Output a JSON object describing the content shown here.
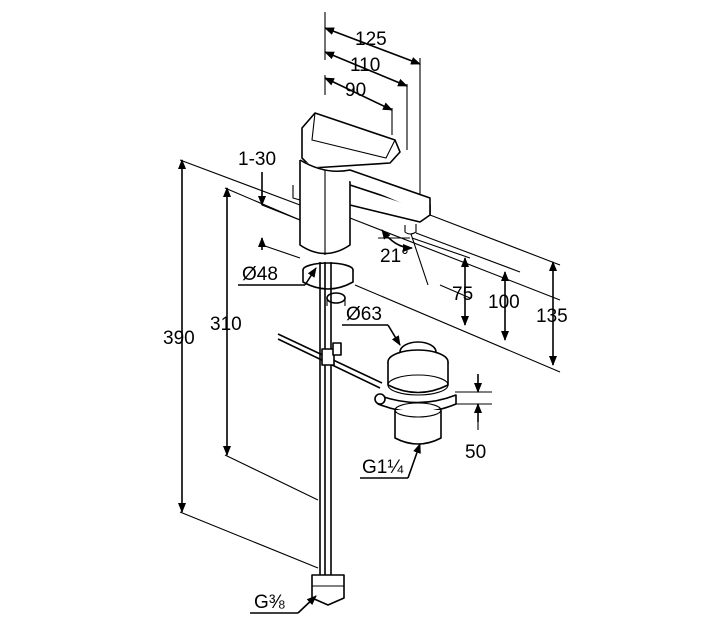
{
  "dimensions": {
    "width_125": "125",
    "width_110": "110",
    "width_90": "90",
    "angle_range": "1-30",
    "diameter_48": "Ø48",
    "diameter_63": "Ø63",
    "angle_21": "21°",
    "height_75": "75",
    "height_100": "100",
    "height_135": "135",
    "height_390": "390",
    "height_310": "310",
    "height_50": "50",
    "thread_waste": "G1¼",
    "thread_supply": "G⅜"
  }
}
